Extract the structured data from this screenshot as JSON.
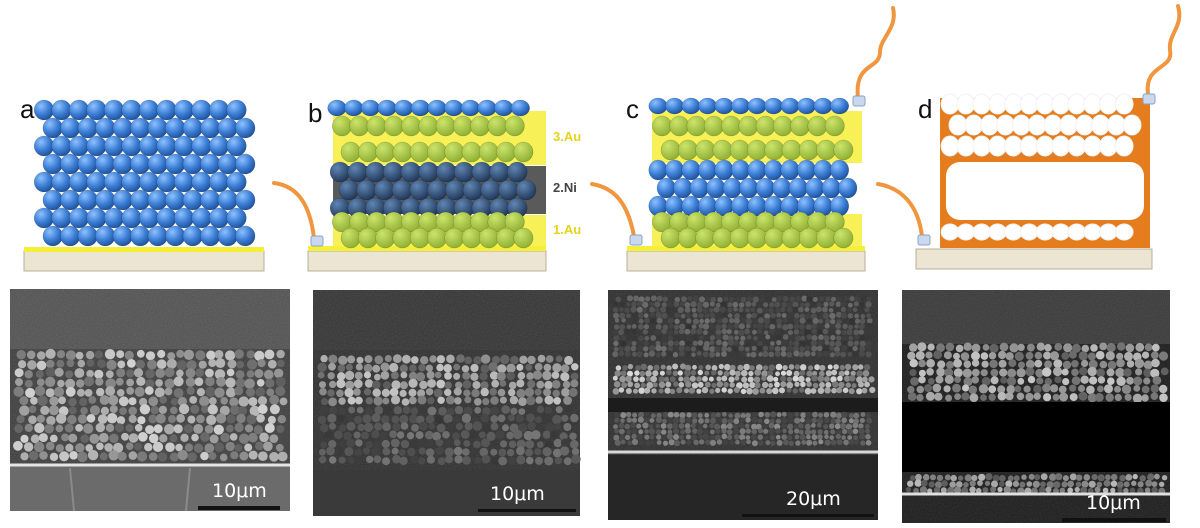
{
  "panels": [
    {
      "letter": "a",
      "scale_label": "10μm"
    },
    {
      "letter": "b",
      "scale_label": "10μm"
    },
    {
      "letter": "c",
      "scale_label": "20μm"
    },
    {
      "letter": "d",
      "scale_label": "10μm"
    }
  ],
  "layer_labels": {
    "layer3": "3.Au",
    "layer2": "2.Ni",
    "layer1": "1.Au"
  },
  "colors": {
    "sphere_blue": "#3d7fd6",
    "gold": "#f6ef3a",
    "nickel": "#5a5a5a",
    "copper": "#e57d1e",
    "wire": "#f0963f",
    "substrate": "#ebe5d1",
    "gold_text": "#e6d41c",
    "ni_text": "#444444"
  }
}
